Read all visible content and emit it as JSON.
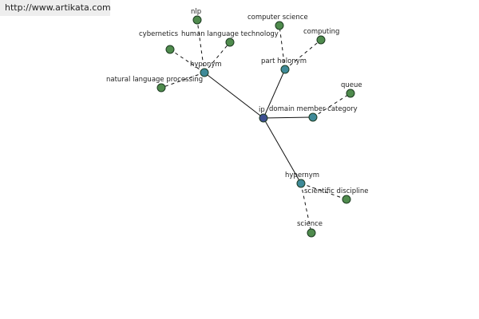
{
  "watermark": "http://www.artikata.com",
  "colors": {
    "center_node": "#3e4f91",
    "relation_node": "#3f8a98",
    "leaf_node": "#4f8b4d",
    "edge": "#111111"
  },
  "nodes": {
    "center": "ip",
    "hyponym": "hyponym",
    "part_holonym": "part holonym",
    "domain_member_category": "domain member category",
    "hypernym": "hypernym",
    "nlp": "nlp",
    "cybernetics": "cybernetics",
    "human_language_technology": "human language technology",
    "natural_language_processing": "natural language processing",
    "computer_science": "computer science",
    "computing": "computing",
    "queue": "queue",
    "scientific_discipline": "scientific discipline",
    "science": "science"
  }
}
